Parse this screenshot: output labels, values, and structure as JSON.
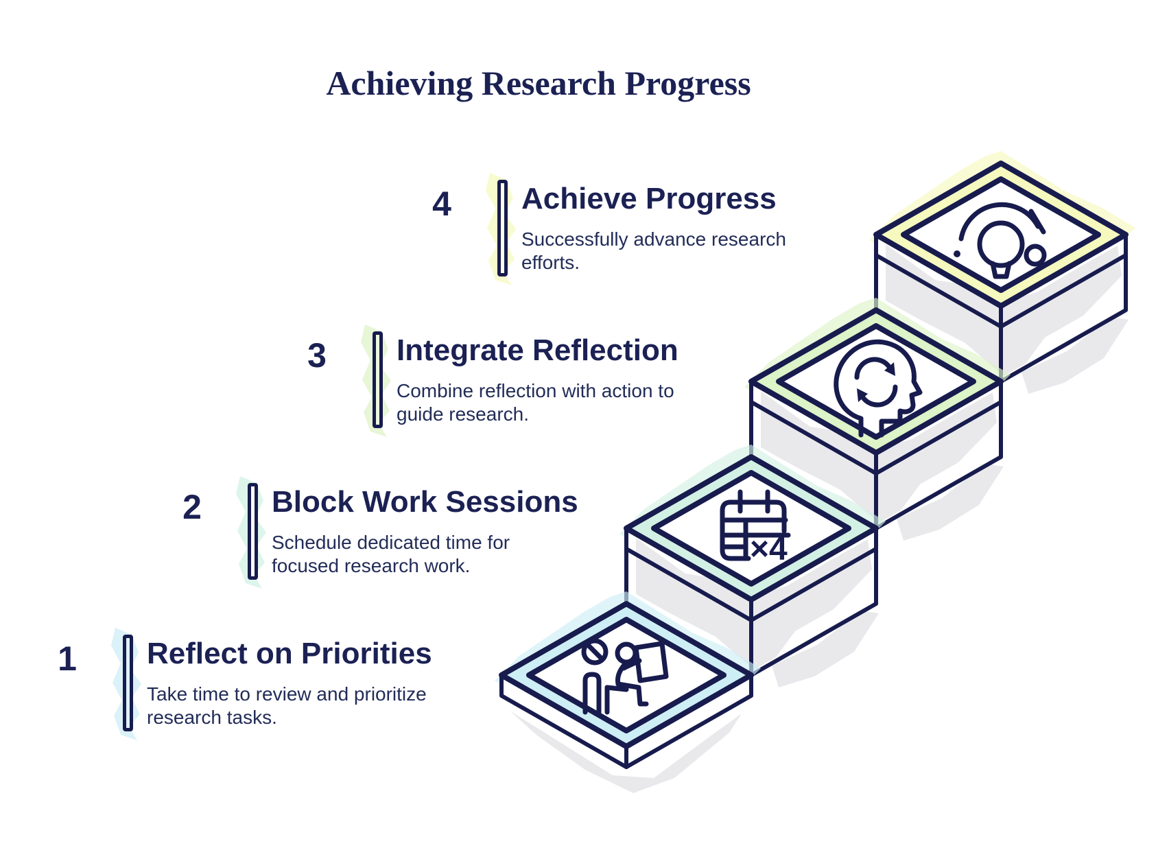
{
  "title": "Achieving Research Progress",
  "steps": [
    {
      "number": "1",
      "title": "Reflect on Priorities",
      "description": "Take time to review and prioritize research tasks.",
      "color": "#cdeef5",
      "bar_fill": "#ddf2f8",
      "icon": "focused-reading-icon"
    },
    {
      "number": "2",
      "title": "Block Work Sessions",
      "description": "Schedule dedicated time for focused research work.",
      "color": "#d2f1e4",
      "bar_fill": "#ffffff",
      "icon": "calendar-x4-icon",
      "icon_label": "×4"
    },
    {
      "number": "3",
      "title": "Integrate Reflection",
      "description": "Combine reflection with action to guide research.",
      "color": "#ddf3c8",
      "bar_fill": "#ecf8da",
      "icon": "head-refresh-icon"
    },
    {
      "number": "4",
      "title": "Achieve Progress",
      "description": "Successfully advance research efforts.",
      "color": "#f6f9be",
      "bar_fill": "#fdfdeb",
      "icon": "lightbulb-icon"
    }
  ],
  "colors": {
    "outline_navy": "#171b4d",
    "title_navy": "#1b2153",
    "body_text": "#222c58",
    "shadow_gray": "#e9e9ec",
    "step1_cyan": "#cdeef5",
    "step2_mint": "#d2f1e4",
    "step3_green": "#ddf3c8",
    "step4_yellow": "#f6f9be"
  }
}
